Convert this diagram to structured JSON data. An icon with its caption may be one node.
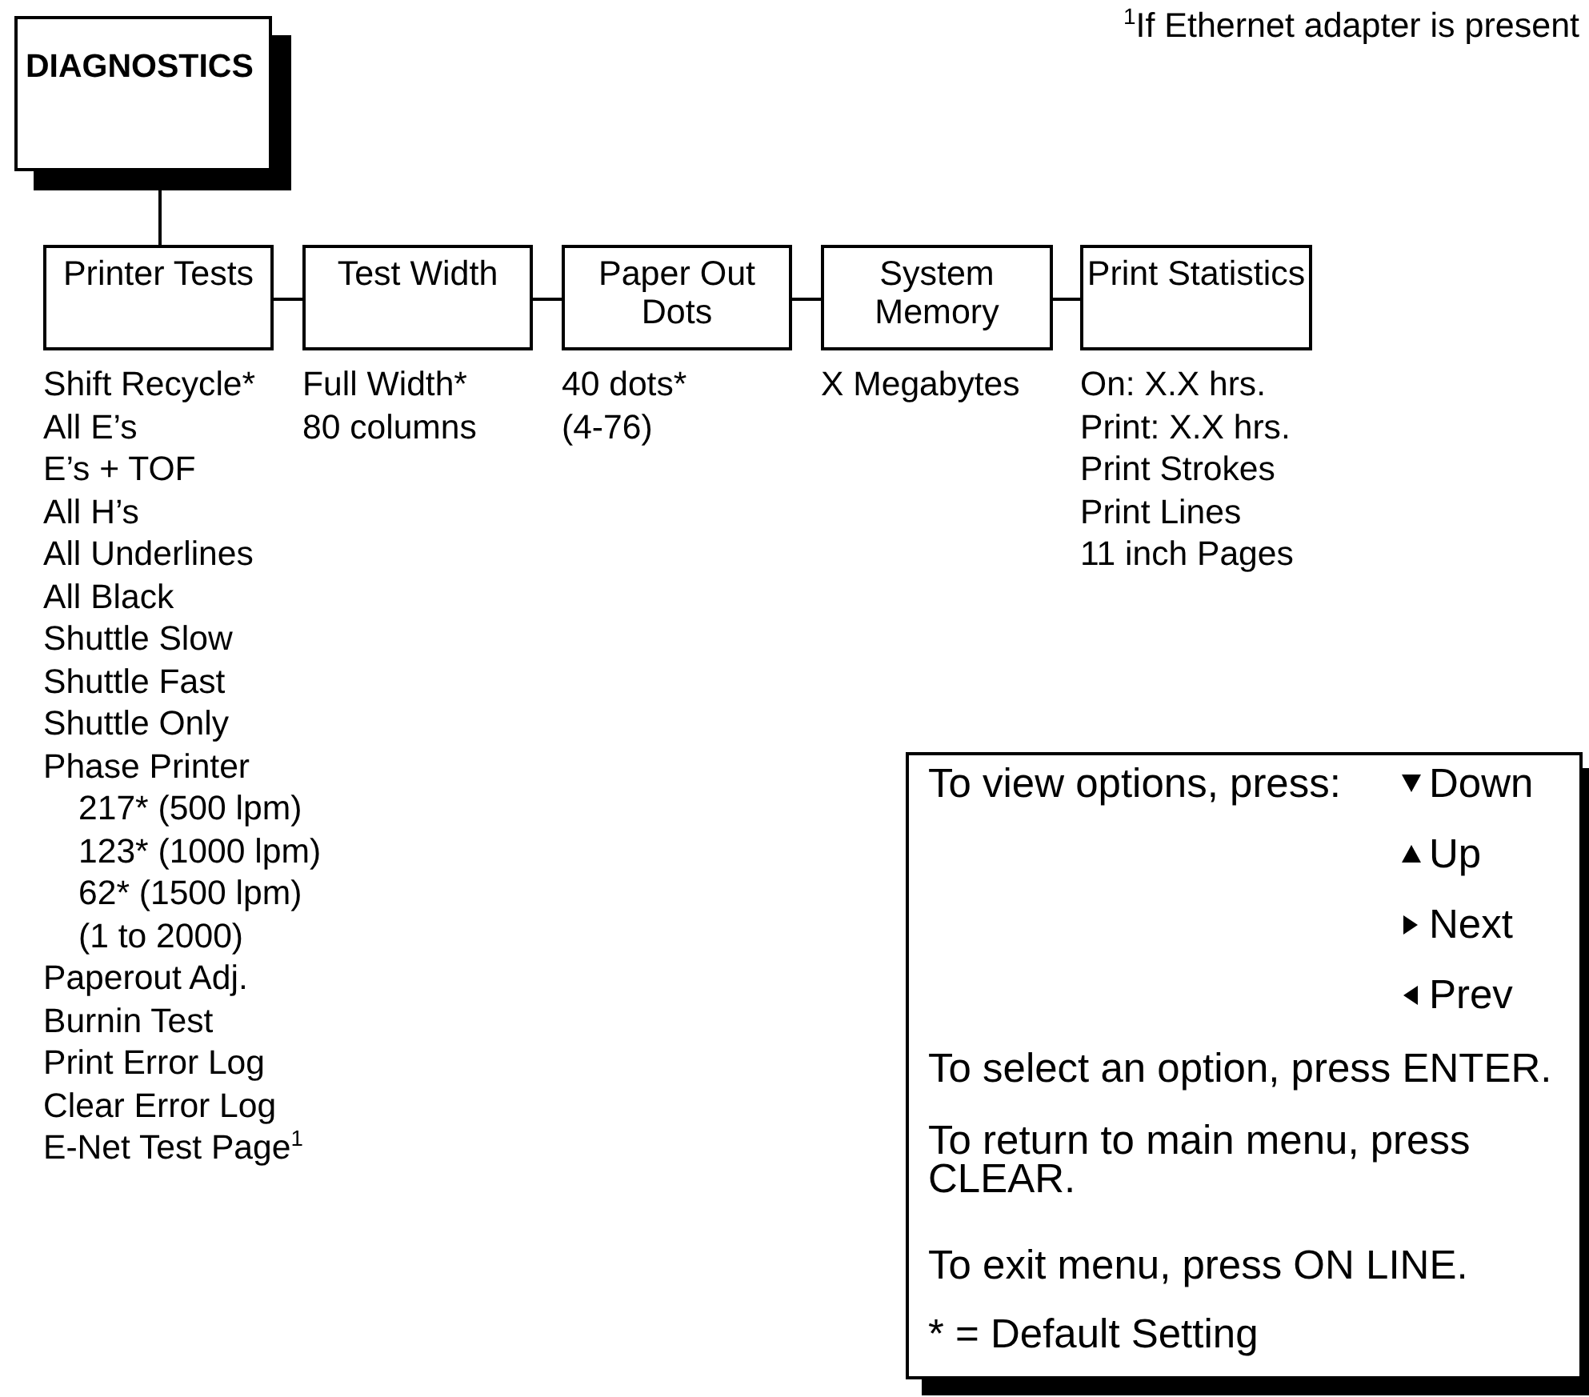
{
  "diagram": {
    "nodes": [
      {
        "text": [
          "DIAGNOSTICS"
        ]
      },
      {
        "text": [
          "Printer Tests"
        ],
        "beside": [
          "Shift Recycle*",
          "All E’s",
          "E’s + TOF",
          "All H’s",
          "All Underlines",
          "All Black",
          "Shuttle Slow",
          "Shuttle Fast",
          "Shuttle Only",
          "Phase Printer",
          "217* (500 lpm)",
          "123* (1000 lpm)",
          "62* (1500 lpm)",
          "(1 to 2000)",
          "Paperout Adj.",
          "Burnin Test",
          "Print Error Log",
          "Clear Error Log",
          "E-Net Test Page$^{1}$"
        ]
      },
      {
        "text": [
          "Test Width"
        ],
        "beside": [
          "Full Width*",
          "80 columns"
        ]
      },
      {
        "text": [
          "Paper Out Dots"
        ],
        "beside": [
          "40 dots*",
          "(4-76)"
        ]
      },
      {
        "text": [
          "System Memory"
        ],
        "beside": [
          "X Megabytes"
        ]
      },
      {
        "text": [
          "Print Statistics"
        ],
        "beside": [
          "On: X.X hrs.",
          "Print: X.X hrs.",
          "Print Strokes",
          "Print Lines",
          "11 inch Pages"
        ]
      },
      {
        "text": [
          "To view options, press:",
          "Down",
          "Up",
          "Next",
          "Prev",
          "To select an option, press ENTER.",
          "To return to main menu, press CLEAR.",
          "To exit menu, press ON LINE.",
          "* = Default Setting"
        ]
      }
    ],
    "edges": [
      {
        "from": 0,
        "to": 1,
        "arrow": "none"
      },
      {
        "from": 1,
        "to": 2,
        "arrow": "none"
      },
      {
        "from": 2,
        "to": 3,
        "arrow": "none"
      },
      {
        "from": 3,
        "to": 4,
        "arrow": "none"
      },
      {
        "from": 4,
        "to": 5,
        "arrow": "none"
      }
    ],
    "labels": [
      "$^{1}$If Ethernet adapter is present"
    ]
  }
}
